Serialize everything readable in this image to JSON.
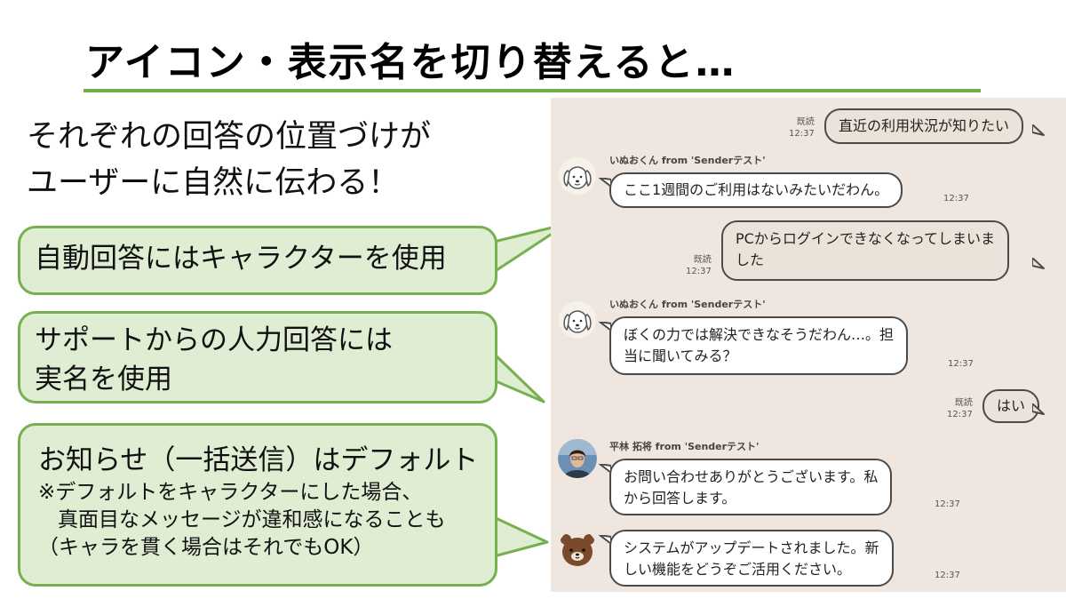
{
  "title": "アイコン・表示名を切り替えると…",
  "lead": [
    "それぞれの回答の位置づけが",
    "ユーザーに自然に伝わる！"
  ],
  "callouts": {
    "auto": "自動回答にはキャラクターを使用",
    "support": [
      "サポートからの人力回答には",
      "実名を使用"
    ],
    "notice": {
      "heading": "お知らせ（一括送信）はデフォルト",
      "notes": [
        "※デフォルトをキャラクターにした場合、",
        "真面目なメッセージが違和感になることも",
        "（キャラを貫く場合はそれでもOK）"
      ]
    }
  },
  "colors": {
    "accent_green": "#70ad47",
    "callout_fill": "#dfedd3",
    "chat_bg": "#efe7df"
  },
  "chat": {
    "read_label": "既読",
    "messages": [
      {
        "side": "right",
        "lines": [
          "直近の利用状況が知りたい"
        ],
        "time": "12:37"
      },
      {
        "side": "left",
        "sender": "いぬおくん from 'Senderテスト'",
        "avatar": "dog-avatar-icon",
        "lines": [
          "ここ1週間のご利用はないみたいだわん。"
        ],
        "time": "12:37"
      },
      {
        "side": "right",
        "lines": [
          "PCからログインできなくなってしまいま",
          "した"
        ],
        "time": "12:37"
      },
      {
        "side": "left",
        "sender": "いぬおくん from 'Senderテスト'",
        "avatar": "dog-avatar-icon",
        "lines": [
          "ぼくの力では解決できなそうだわん…。担",
          "当に聞いてみる？"
        ],
        "time": "12:37"
      },
      {
        "side": "right",
        "lines": [
          "はい"
        ],
        "time": "12:37"
      },
      {
        "side": "left",
        "sender": "平林 拓将 from 'Senderテスト'",
        "avatar": "person-photo-avatar",
        "lines": [
          "お問い合わせありがとうございます。私",
          "から回答します。"
        ],
        "time": "12:37"
      },
      {
        "side": "left",
        "avatar": "bear-avatar-icon",
        "lines": [
          "システムがアップデートされました。新",
          "しい機能をどうぞご活用ください。"
        ],
        "time": "12:37"
      }
    ]
  }
}
